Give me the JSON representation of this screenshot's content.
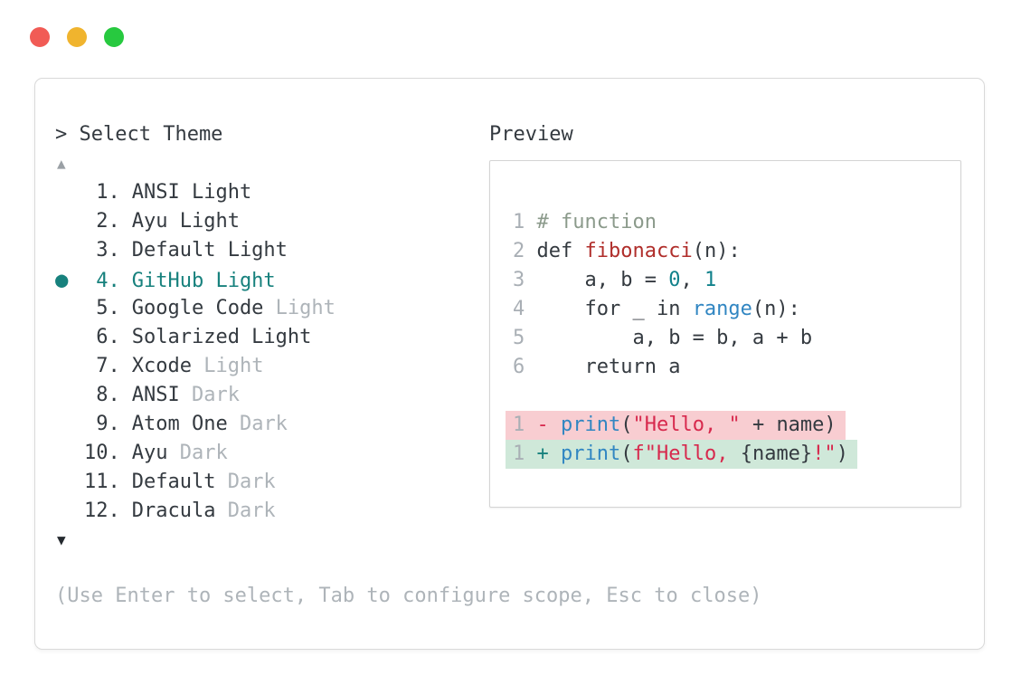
{
  "window_controls": {
    "close": "close",
    "minimize": "minimize",
    "zoom": "zoom"
  },
  "theme_picker": {
    "prompt": "> Select Theme",
    "up_arrow": "▲",
    "down_arrow": "▼",
    "bullet": "●",
    "items": [
      {
        "number": "1.",
        "name": "ANSI Light",
        "muted": "",
        "selected": false
      },
      {
        "number": "2.",
        "name": "Ayu Light",
        "muted": "",
        "selected": false
      },
      {
        "number": "3.",
        "name": "Default Light",
        "muted": "",
        "selected": false
      },
      {
        "number": "4.",
        "name": "GitHub Light",
        "muted": "",
        "selected": true
      },
      {
        "number": "5.",
        "name": "Google Code",
        "muted": "Light",
        "selected": false
      },
      {
        "number": "6.",
        "name": "Solarized Light",
        "muted": "",
        "selected": false
      },
      {
        "number": "7.",
        "name": "Xcode",
        "muted": "Light",
        "selected": false
      },
      {
        "number": "8.",
        "name": "ANSI",
        "muted": "Dark",
        "selected": false
      },
      {
        "number": "9.",
        "name": "Atom One",
        "muted": "Dark",
        "selected": false
      },
      {
        "number": "10.",
        "name": "Ayu",
        "muted": "Dark",
        "selected": false
      },
      {
        "number": "11.",
        "name": "Default",
        "muted": "Dark",
        "selected": false
      },
      {
        "number": "12.",
        "name": "Dracula",
        "muted": "Dark",
        "selected": false
      }
    ],
    "help": "(Use Enter to select, Tab to configure scope, Esc to close)"
  },
  "preview": {
    "label": "Preview",
    "lines": [
      {
        "tokens": [
          {
            "t": "1 ",
            "c": "ln"
          },
          {
            "t": "# function",
            "c": "comment"
          }
        ]
      },
      {
        "tokens": [
          {
            "t": "2 ",
            "c": "ln"
          },
          {
            "t": "def ",
            "c": "plain"
          },
          {
            "t": "fibonacci",
            "c": "func"
          },
          {
            "t": "(n):",
            "c": "plain"
          }
        ]
      },
      {
        "tokens": [
          {
            "t": "3 ",
            "c": "ln"
          },
          {
            "t": "    a, b = ",
            "c": "plain"
          },
          {
            "t": "0",
            "c": "number"
          },
          {
            "t": ", ",
            "c": "plain"
          },
          {
            "t": "1",
            "c": "number"
          }
        ]
      },
      {
        "tokens": [
          {
            "t": "4 ",
            "c": "ln"
          },
          {
            "t": "    for _ in ",
            "c": "plain"
          },
          {
            "t": "range",
            "c": "call"
          },
          {
            "t": "(n):",
            "c": "plain"
          }
        ]
      },
      {
        "tokens": [
          {
            "t": "5 ",
            "c": "ln"
          },
          {
            "t": "        a, b = b, a + b",
            "c": "plain"
          }
        ]
      },
      {
        "tokens": [
          {
            "t": "6 ",
            "c": "ln"
          },
          {
            "t": "    return a",
            "c": "plain"
          }
        ]
      },
      {
        "tokens": []
      },
      {
        "highlight": "del",
        "tokens": [
          {
            "t": "1 ",
            "c": "ln"
          },
          {
            "t": "- ",
            "c": "sign-del"
          },
          {
            "t": "print",
            "c": "call"
          },
          {
            "t": "(",
            "c": "plain"
          },
          {
            "t": "\"Hello, \"",
            "c": "string"
          },
          {
            "t": " + name)",
            "c": "plain"
          }
        ]
      },
      {
        "highlight": "add",
        "tokens": [
          {
            "t": "1 ",
            "c": "ln"
          },
          {
            "t": "+ ",
            "c": "sign-add"
          },
          {
            "t": "print",
            "c": "call"
          },
          {
            "t": "(",
            "c": "plain"
          },
          {
            "t": "f\"Hello, ",
            "c": "string"
          },
          {
            "t": "{name}",
            "c": "plain"
          },
          {
            "t": "!\"",
            "c": "string"
          },
          {
            "t": ")",
            "c": "plain"
          }
        ]
      }
    ]
  },
  "colors": {
    "accent": "#17817D",
    "func_red": "#B02E2B",
    "string_red": "#D7294D",
    "number_teal": "#11818B",
    "call_blue": "#3186C2",
    "comment_green": "#8B9A8B",
    "diff_del_bg": "#F8CDD1",
    "diff_add_bg": "#CFE8D9",
    "text_dark": "#343A40",
    "text_muted": "#AEB4B9",
    "line_number": "#A9AFB5",
    "border": "#D9D9D9",
    "traffic_red": "#F15B55",
    "traffic_yellow": "#F0B42E",
    "traffic_green": "#27C93F"
  }
}
